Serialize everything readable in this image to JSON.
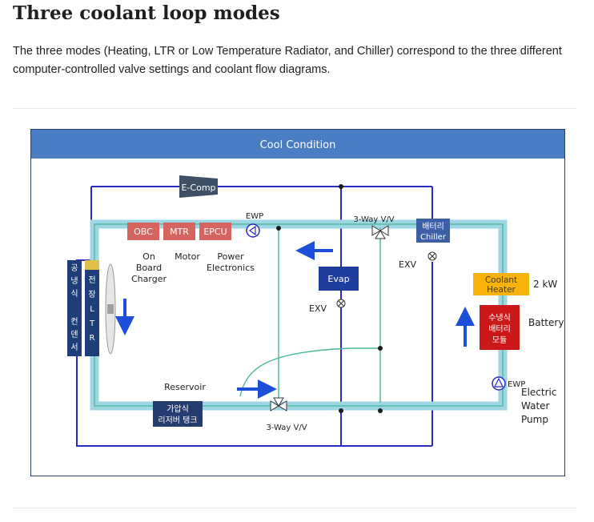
{
  "heading": "Three coolant loop modes",
  "intro": "The three modes (Heating, LTR or Low Temperature Radiator, and Chiller) correspond to the three different computer-controlled valve settings and coolant flow diagrams.",
  "diagram": {
    "title": "Cool Condition",
    "components": {
      "ecomp": "E-Comp",
      "obc": "OBC",
      "mtr": "MTR",
      "epcu": "EPCU",
      "ewp_top": "EWP",
      "valve_top": "3-Way V/V",
      "chiller_line1": "배터리",
      "chiller_line2": "Chiller",
      "evap": "Evap",
      "exv_left": "EXV",
      "exv_right": "EXV",
      "heater_line1": "Coolant",
      "heater_line2": "Heater",
      "battery_line1": "수냉식",
      "battery_line2": "배터리",
      "battery_line3": "모듈",
      "ewp_bottom": "EWP",
      "tank_line1": "가압식",
      "tank_line2": "리저버 탱크",
      "valve_bottom": "3-Way V/V",
      "condenser": [
        "공",
        "냉",
        "식",
        "",
        "컨",
        "덴",
        "서"
      ],
      "ltr": [
        "전",
        "장",
        "L",
        "T",
        "R"
      ]
    },
    "labels": {
      "on_board_1": "On",
      "on_board_2": "Board",
      "on_board_3": "Charger",
      "motor": "Motor",
      "power_1": "Power",
      "power_2": "Electronics",
      "heater_power": "2 kW",
      "battery": "Battery",
      "ewp_1": "Electric",
      "ewp_2": "Water",
      "ewp_3": "Pump",
      "reservoir": "Reservoir"
    },
    "colors": {
      "title_bar": "#4a7cc4",
      "refrigerant_line": "#2b2bc4",
      "coolant_loop": "#9fd6e4",
      "coolant_core": "#49b89a",
      "flow_arrow": "#1e4fd8",
      "power_block": "#d6655f",
      "chiller_block": "#3d5fa6",
      "evap_block": "#1f3d9c",
      "heater_block": "#f7b20b",
      "battery_block": "#cc1818",
      "condenser_block": "#1f3d77"
    }
  }
}
